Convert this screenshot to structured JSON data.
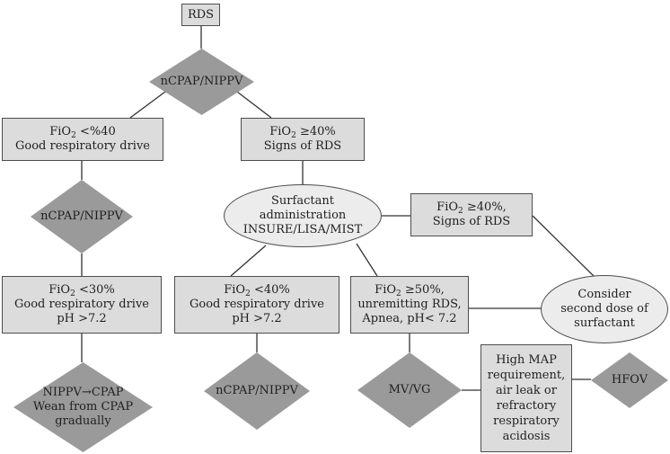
{
  "nodes": {
    "rds_start": {
      "text": "RDS"
    },
    "ncpap_top": {
      "text": "nCPAP/NIPPV"
    },
    "fio2_lt40_good_drive": {
      "fio2": "FiO",
      "sub": "2",
      "rest": " <%40",
      "line2": "Good respiratory drive"
    },
    "fio2_ge40_signs": {
      "fio2": "FiO",
      "sub": "2",
      "rest": " ≥40%",
      "line2": "Signs of RDS"
    },
    "ncpap_left": {
      "text": "nCPAP/NIPPV"
    },
    "surfactant": {
      "line1": "Surfactant",
      "line2": "administration",
      "line3": "INSURE/LISA/MIST"
    },
    "fio2_ge40_right": {
      "fio2": "FiO",
      "sub": "2",
      "rest": " ≥40%,",
      "line2": "Signs of RDS"
    },
    "fio2_lt30": {
      "fio2": "FiO",
      "sub": "2",
      "rest": " <30%",
      "line2": "Good respiratory drive",
      "line3": "pH >7.2"
    },
    "fio2_lt40_mid": {
      "fio2": "FiO",
      "sub": "2",
      "rest": " <40%",
      "line2": "Good respiratory drive",
      "line3": "pH >7.2"
    },
    "fio2_ge50": {
      "fio2": "FiO",
      "sub": "2",
      "rest": " ≥50%,",
      "line2": "unremitting RDS,",
      "line3": "Apnea, pH< 7.2"
    },
    "second_dose": {
      "line1": "Consider",
      "line2": "second dose of",
      "line3": "surfactant"
    },
    "nippv_to_cpap": {
      "line1": "NIPPV→CPAP",
      "line2": "Wean from CPAP",
      "line3": "gradually"
    },
    "ncpap_bottom": {
      "text": "nCPAP/NIPPV"
    },
    "mv_vg": {
      "text": "MV/VG"
    },
    "high_map": {
      "line1": "High MAP",
      "line2": "requirement,",
      "line3": "air leak or",
      "line4": "refractory",
      "line5": "respiratory",
      "line6": "acidosis"
    },
    "hfov": {
      "text": "HFOV"
    }
  },
  "colors": {
    "box_fill": "#dcdcdc",
    "diamond_fill": "#9a9a9a",
    "ellipse_fill": "#ececec",
    "stroke": "#333333",
    "text": "#1f1f1f"
  }
}
